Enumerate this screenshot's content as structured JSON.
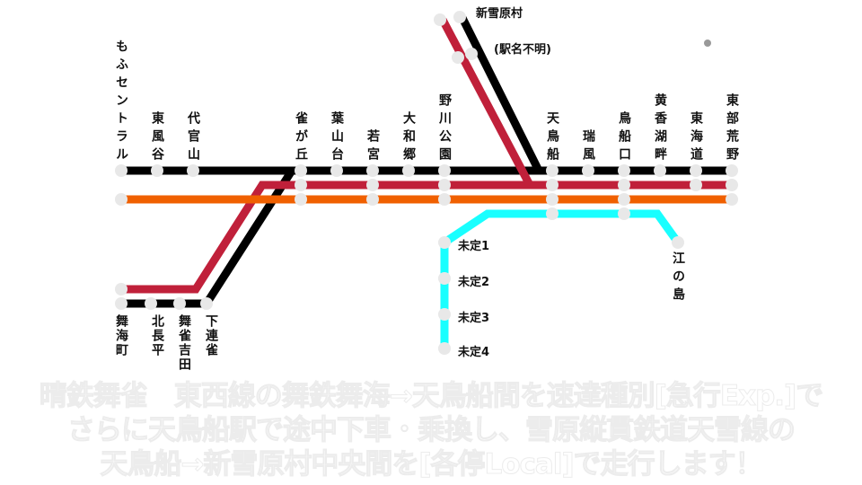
{
  "colors": {
    "black_line": "#000000",
    "red_line": "#c0203a",
    "orange_line": "#f06000",
    "cyan_line": "#19ffff",
    "station": "#e8e8e8"
  },
  "stations_top": [
    "もふセントラル",
    "東風谷",
    "代官山",
    "雀が丘",
    "葉山台",
    "若宮",
    "大和郷",
    "野川公園",
    "天鳥船",
    "瑞風",
    "鳥船口",
    "黄香湖畔",
    "東海道",
    "東部荒野"
  ],
  "stations_bottom": [
    "舞海町",
    "北長平",
    "舞雀吉田",
    "下連雀"
  ],
  "stations_north": {
    "terminal": "新雪原村",
    "unknown": "(駅名不明)"
  },
  "stations_cyan": [
    "未定1",
    "未定2",
    "未定3",
    "未定4",
    "江の島"
  ],
  "caption": [
    "晴鉄舞雀　東西線の舞鉄舞海→天鳥船間を速達種別[急行Exp.]で",
    "さらに天鳥船駅で途中下車・乗換し、雪原縦貫鉄道天雪線の",
    "天鳥船→新雪原村中央間を[各停Local]で走行します！"
  ]
}
